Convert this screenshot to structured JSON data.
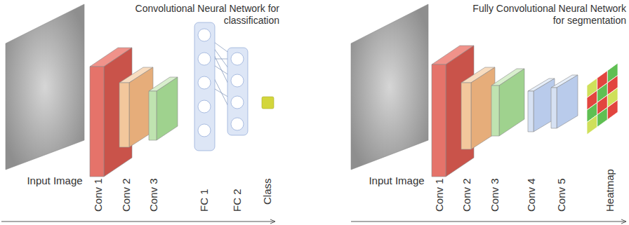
{
  "diagram": {
    "labels": [
      "Convolutional Neural Network for classification",
      "Input Image",
      "Conv 1",
      "Conv 2",
      "Conv 3",
      "FC 1",
      "FC 2",
      "Class",
      "Fully Convolutional Neural Network for segmentation",
      "Input Image",
      "Conv 1",
      "Conv 2",
      "Conv 3",
      "Conv 4",
      "Conv 5",
      "Heatmap"
    ]
  }
}
